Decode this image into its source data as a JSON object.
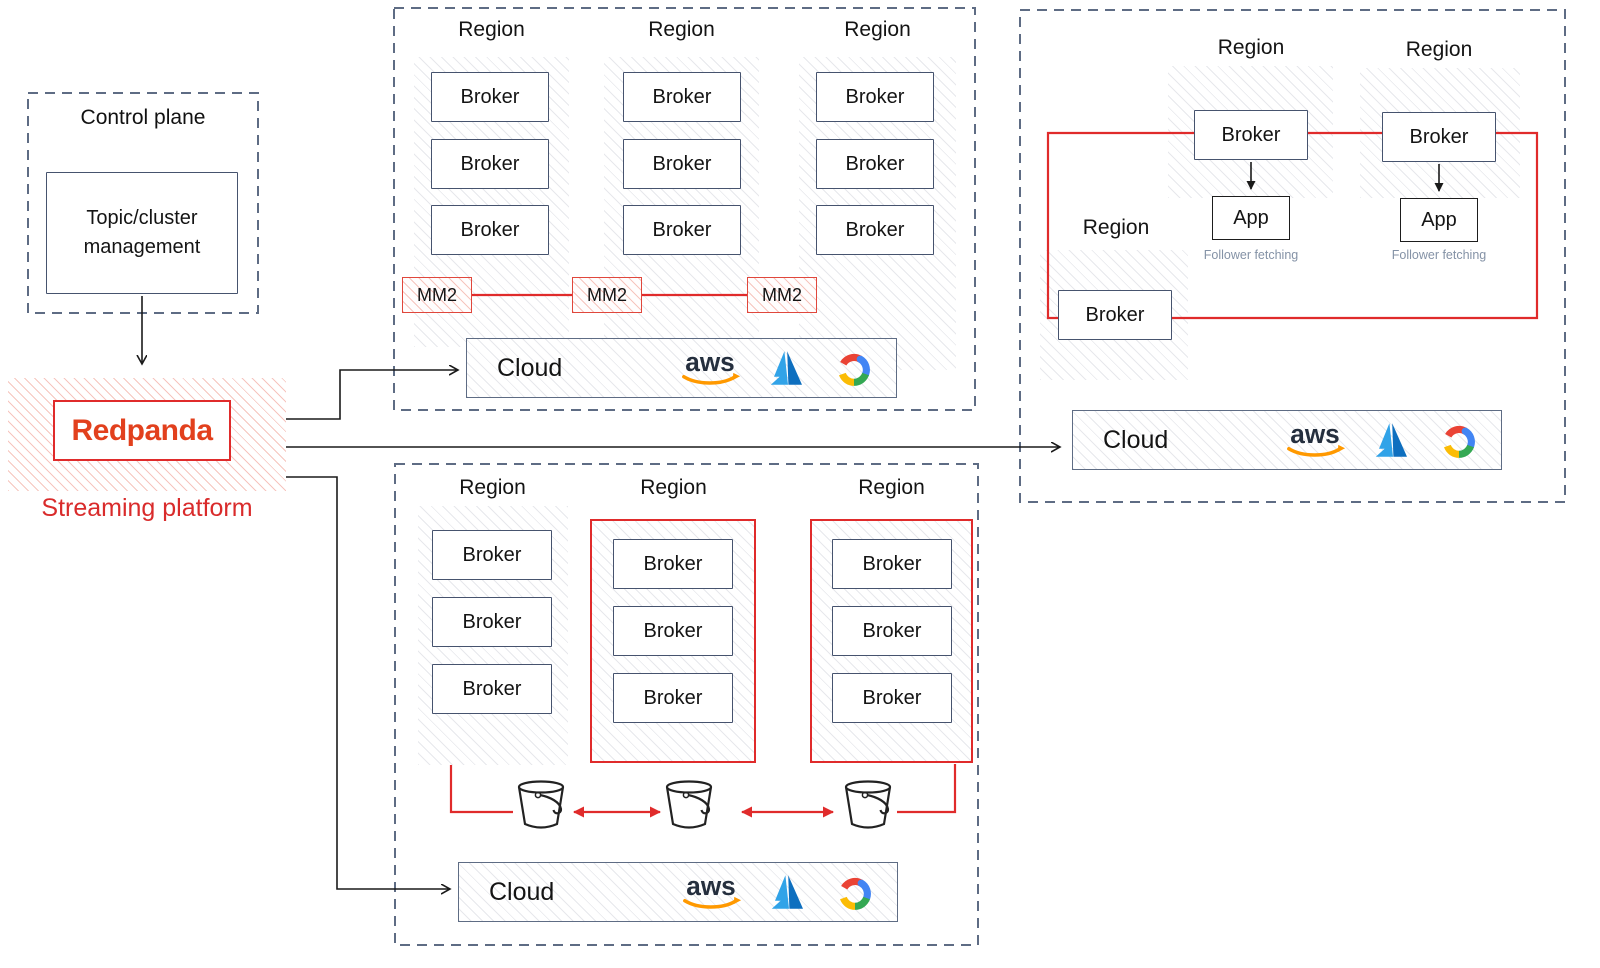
{
  "colors": {
    "red": "#E02B2B",
    "brand_red": "#E2401D",
    "dash_border": "#5E6C84",
    "box_border": "#46536E",
    "caption_gray": "#8492A6",
    "aws_navy": "#252F3E",
    "aws_orange": "#FF9900",
    "azure_blue_light": "#31A3E8",
    "azure_blue_dark": "#0E6FBF",
    "gcp_red": "#EA4335",
    "gcp_blue": "#4285F4",
    "gcp_green": "#34A853",
    "gcp_yellow": "#FBBC05"
  },
  "control_plane": {
    "title": "Control plane",
    "management": "Topic/cluster management"
  },
  "platform": {
    "name": "Redpanda",
    "caption": "Streaming platform"
  },
  "mm2_cluster": {
    "regions": [
      {
        "label": "Region",
        "brokers": [
          "Broker",
          "Broker",
          "Broker"
        ]
      },
      {
        "label": "Region",
        "brokers": [
          "Broker",
          "Broker",
          "Broker"
        ]
      },
      {
        "label": "Region",
        "brokers": [
          "Broker",
          "Broker",
          "Broker"
        ]
      }
    ],
    "mirrors": [
      "MM2",
      "MM2",
      "MM2"
    ],
    "cloud": {
      "label": "Cloud",
      "providers": [
        "aws",
        "microsoft-azure",
        "google-cloud"
      ]
    }
  },
  "follower_cluster": {
    "regions": [
      {
        "label": "Region",
        "broker": "Broker",
        "app": "App",
        "caption": "Follower fetching"
      },
      {
        "label": "Region",
        "broker": "Broker",
        "app": "App",
        "caption": "Follower fetching"
      },
      {
        "label": "Region",
        "broker": "Broker"
      }
    ],
    "cloud": {
      "label": "Cloud",
      "providers": [
        "aws",
        "microsoft-azure",
        "google-cloud"
      ]
    }
  },
  "storage_cluster": {
    "regions": [
      {
        "label": "Region",
        "brokers": [
          "Broker",
          "Broker",
          "Broker"
        ]
      },
      {
        "label": "Region",
        "brokers": [
          "Broker",
          "Broker",
          "Broker"
        ]
      },
      {
        "label": "Region",
        "brokers": [
          "Broker",
          "Broker",
          "Broker"
        ]
      }
    ],
    "buckets": [
      "bucket",
      "bucket",
      "bucket"
    ],
    "cloud": {
      "label": "Cloud",
      "providers": [
        "aws",
        "microsoft-azure",
        "google-cloud"
      ]
    }
  }
}
